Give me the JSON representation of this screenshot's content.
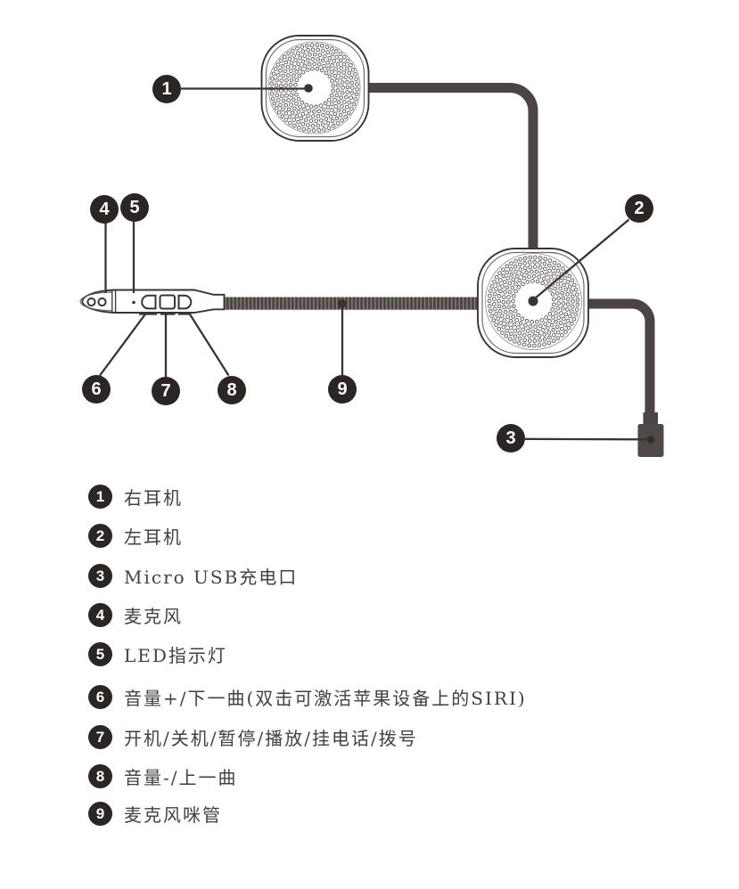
{
  "legend": {
    "items": [
      {
        "num": "1",
        "label": "右耳机"
      },
      {
        "num": "2",
        "label": "左耳机"
      },
      {
        "num": "3",
        "label": "Micro USB充电口"
      },
      {
        "num": "4",
        "label": "麦克风"
      },
      {
        "num": "5",
        "label": "LED指示灯"
      },
      {
        "num": "6",
        "label": "音量+/下一曲(双击可激活苹果设备上的SIRI)"
      },
      {
        "num": "7",
        "label": "开机/关机/暂停/播放/挂电话/拨号"
      },
      {
        "num": "8",
        "label": "音量-/上一曲"
      },
      {
        "num": "9",
        "label": "麦克风咪管"
      }
    ]
  },
  "colors": {
    "line": "#3a3430",
    "cable": "#4a4444",
    "bubble": "#2b2523",
    "text": "#44403d"
  }
}
